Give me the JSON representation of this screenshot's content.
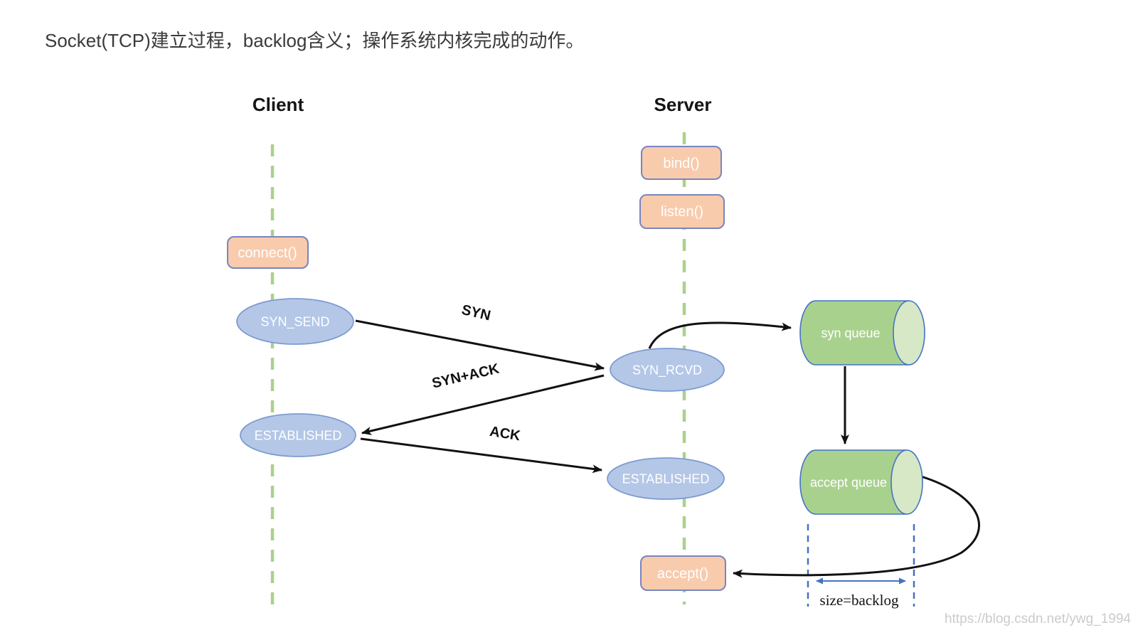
{
  "title": "Socket(TCP)建立过程，backlog含义；操作系统内核完成的动作。",
  "watermark": "https://blog.csdn.net/ywg_1994",
  "client": {
    "label": "Client",
    "connect": "connect()",
    "syn_send": "SYN_SEND",
    "established": "ESTABLISHED"
  },
  "server": {
    "label": "Server",
    "bind": "bind()",
    "listen": "listen()",
    "accept": "accept()",
    "syn_rcvd": "SYN_RCVD",
    "established": "ESTABLISHED"
  },
  "messages": {
    "syn": "SYN",
    "syn_ack": "SYN+ACK",
    "ack": "ACK"
  },
  "queues": {
    "syn_queue": "syn queue",
    "accept_queue": "accept queue"
  },
  "backlog_label": "size=backlog",
  "colors": {
    "call_box_fill": "#F8CBAD",
    "call_box_border": "#7885BE",
    "state_fill": "#B4C7E7",
    "state_border": "#7E9BD1",
    "queue_fill": "#A9D18E",
    "queue_cap_fill": "#D6E8C5",
    "queue_border": "#4472C4",
    "lifeline_green": "#A9D18E",
    "backlog_blue": "#4472C4",
    "arrow_black": "#111111",
    "watermark_gray": "#CBCBCB"
  }
}
